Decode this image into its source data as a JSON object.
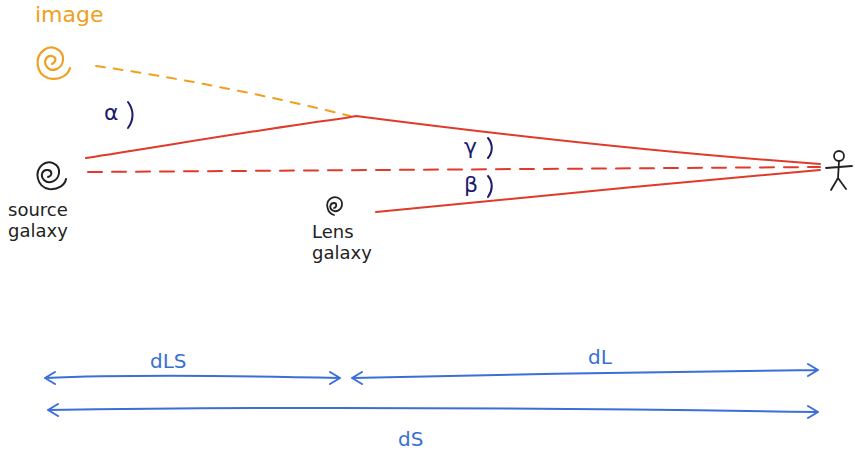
{
  "diagram": {
    "labels": [
      "image",
      "α",
      "γ",
      "β",
      "source galaxy",
      "Lens galaxy",
      "dLS",
      "dL",
      "dS"
    ]
  }
}
